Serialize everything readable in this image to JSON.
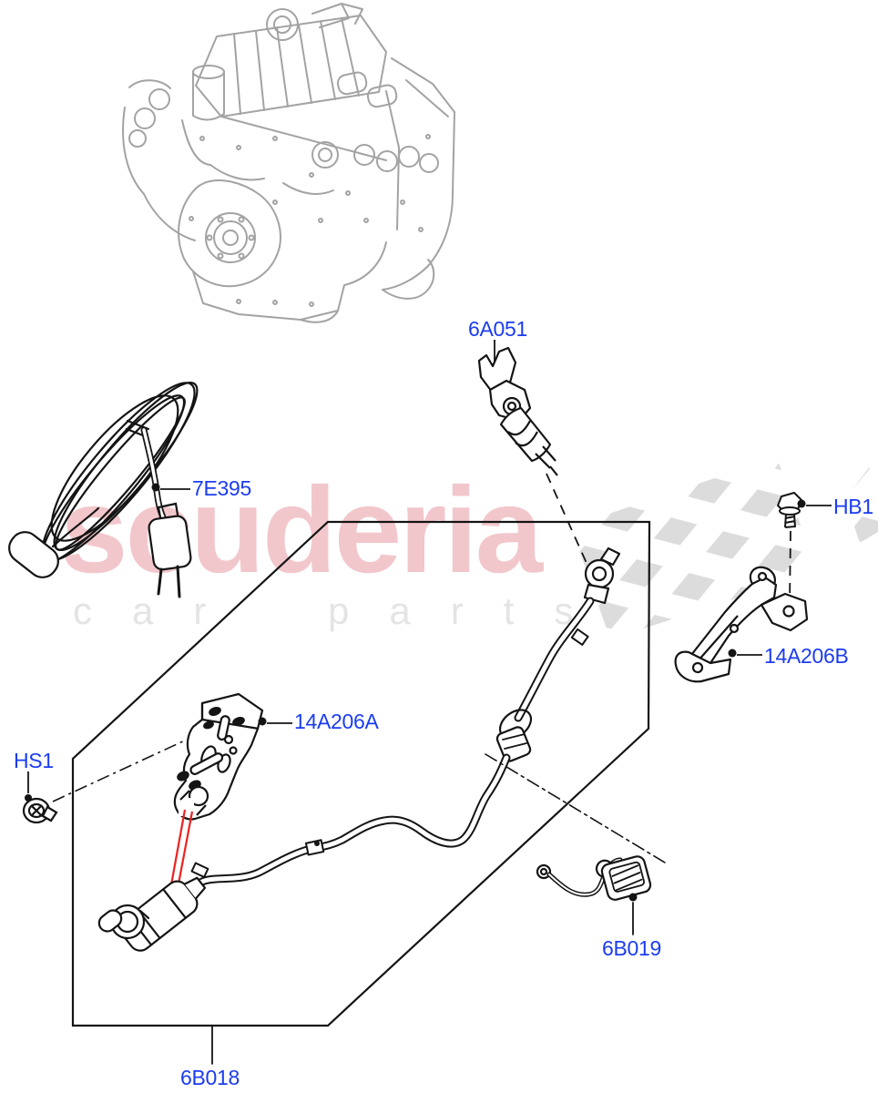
{
  "watermark": {
    "brand": "scuderia",
    "subtext": "car parts"
  },
  "part_labels": {
    "cable": "7E395",
    "heater_element": "6A051",
    "bolt": "HB1",
    "bracket_b": "14A206B",
    "bracket_a": "14A206A",
    "screw": "HS1",
    "terminal": "6B019",
    "harness": "6B018"
  },
  "colors": {
    "label_blue": "#1b3cf0",
    "line_black": "#141414",
    "engine_gray": "#a3a3a3",
    "highlight_red": "#ee2222",
    "watermark_pink": "#f2c7cc",
    "watermark_gray": "#e4e4e4",
    "checker_gray": "#dcdcdc",
    "background": "#ffffff"
  }
}
